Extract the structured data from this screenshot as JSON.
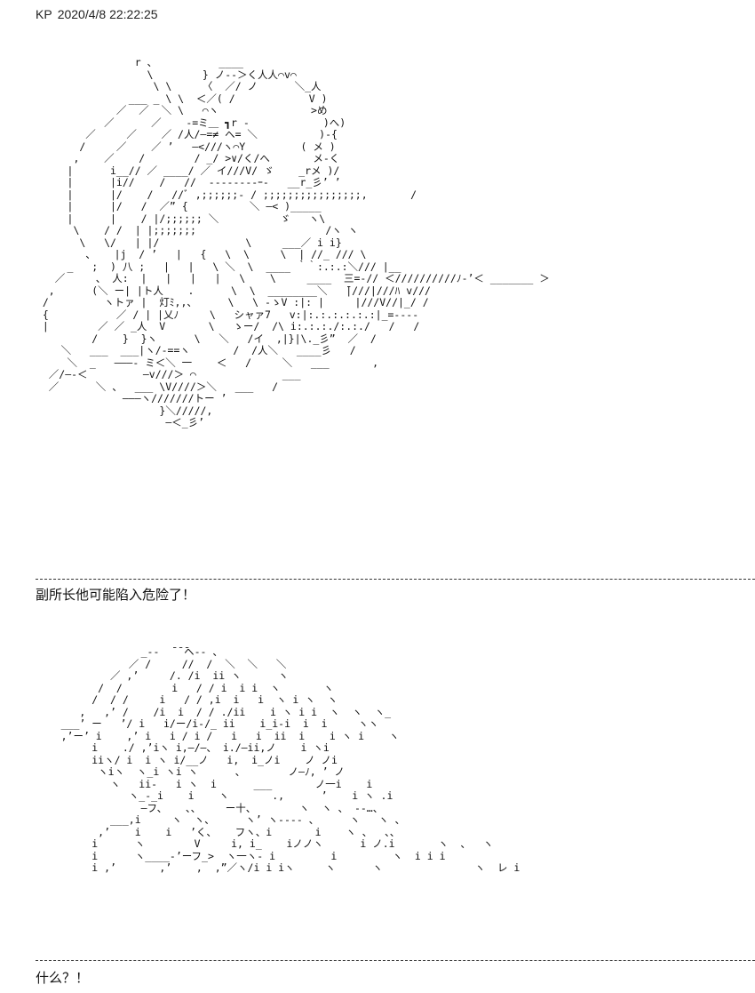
{
  "header": {
    "author": "KP",
    "timestamp": "2020/4/8 22:22:25"
  },
  "art1": "                 r 、          ____\n                   \\        } ノ--＞く人人⌒v⌒\n                    \\ \\     〈  ／/ ノ      ＼_人\n                ___ _ \\ \\  ＜／( /            V )\n              ／  ／  ＼ \\   ⌒ヽ               >め\n            ／      ／    -=ミ＿ ┓r -            )へ)\n         ／     ／    ／ /人/―=≠ へ= ＼          )-{\n        /     ／    ／ ’   ―<///ヽ⌒Y         ( メ )\n       ,    ／    /        / _/ >∨/く/へ       メ-く\n      |      i__// ／ ____/ ／ イ///V/ ゞ    _rメ )/\n      |      |i//    /   //  --------ｰ-   __r_彡’ ’\n      |      |/    /   //ﾞ ,;;;;;;- / ;;;;;;;;;;;;;;;;,       /\n      |      |/   /  ／” {          ＼ ―< )_____\n      |      |    / |/;;;;;; ＼          ゞ   ヽ\\\n       \\    / /  | |;;;;;;;                     /ヽ ヽ\n        \\   \\/   | |/              \\     ___／ i i}\n         、   |j  / ’   |   {   \\  \\     \\  | //_ /// \\\n      _   ;  ) 八 ;   |   |   \\ ＼  \\  ____ ｀｀:.:.:＼/// |__\n    ／     、 人:  |   |   |   |   \\    \\     ____  三=-// ＜//////////ﾉ-’＜ _______ ＞\n   ,      (＼ ー| |ト人    .      \\  \\  ________＼   ̄|///|///ﾊ v///\n  /         ヽトァ |  灯ﾐ,,、     \\   \\ -ゝV :|: |     |///V//|_/ /\n  {           ／ / | |乂ﾉ     \\   シャァ7   v:|:.:.:.:.:.:|_=----\n  |        ／ ／ _人  V       \\   ゝー/  /\\ i:.:.:./:.:./   /   /\n          /    }  }ヽ      \\   ＼   /イ  ,|}|\\._彡”  ／  /\n     ＼   ___  ___|ヽ/-==ヽ       /  /人＼   ____彡   /\n      ＼  _   ―――- ミ＜＼ 一    ＜   /     ＼   ___       ,\n   ／/―-＜         ―v///＞ ⌒              ___\n   ／      ＼ 、  ___ \\V////＞＼   ___   /\n               ―――ヽ///////トー ’\n                     }＼/////,\n                      ―＜_彡’",
  "caption1": "副所长他可能陷入危险了！",
  "art2": "                  _-‐  ̄ ̄ ̄ヘ‐- 、\n                ／ /     //  /  ＼  ＼   ＼\n             ／ ,’     /. /i  ii ヽ      ヽ\n           /  /        i   / / i  i i  ヽ       ヽ\n          /  / /     i   / / ,i  i   i  ヽ i ヽ  ヽ\n        ,   ,’ /    /i  i  / / ./ii    i ヽ i i  ヽ  ヽ  ヽ_\n     ___’ ー   ’/ i   i/ー/i-/_ ii    i_i-i  i  i     ヽヽ\n     ,’ー’ i    ,’ i   i / i /   i   i  ii  i    i ヽ i    ヽ\n          i    ./ ,’iヽ i,―/―、 i./―ii,ノ    i ヽi\n          iiヽ/ i  i ヽ i/__ノ   i,  i_ノi    ノ ノi\n           ヽiヽ  ヽ_i ヽi ヽ      、       ノ―ﾉ, ’ ノ\n             ヽ   ii-   i ヽ  i      ___       ノ一i    i\n                ヽ_-_i    i    ヽ       .,      ’    i ヽ .i\n                  ―フ、   、、    ー十、       ヽ  ヽ 、 ‐-…、\n             ___,i     ヽ  ヽ、     ヽ’ ヽ---- 、     ヽ   ヽ 、\n           ,’    i    i   ’く、   フヽ、i       i    ヽ 、  、、\n          i      ヽ        V     i, i_    iノノヽ      i ノ.i       ヽ  、  ヽ\n          i      ヽ____‐’ーフ_>  ヽ一ヽ- i         i         ヽ  i i i\n          i ,’       ,’    ,  ,”／ヽ/i i iヽ     ヽ      ヽ               ヽ  レ i",
  "caption2": "什么？！"
}
